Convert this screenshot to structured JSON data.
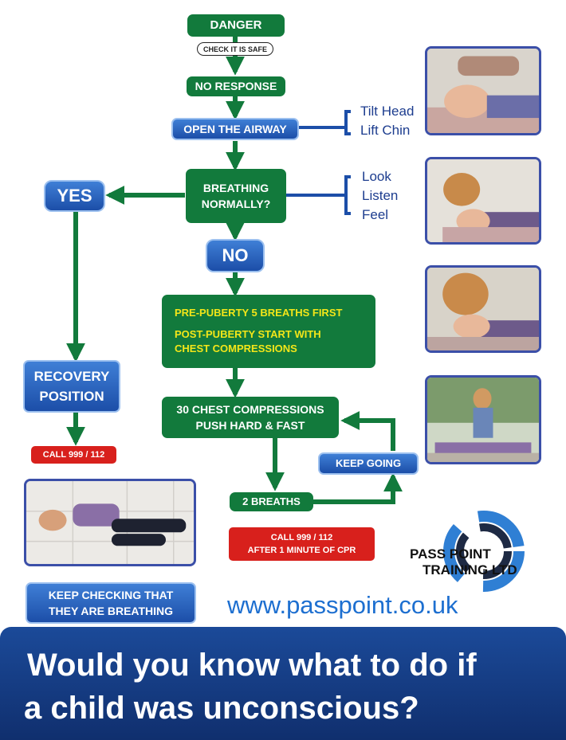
{
  "flow": {
    "danger": "DANGER",
    "check_safe": "CHECK IT IS SAFE",
    "no_response": "NO RESPONSE",
    "open_airway": "OPEN THE AIRWAY",
    "breathing_line1": "BREATHING",
    "breathing_line2": "NORMALLY?",
    "yes": "YES",
    "no": "NO",
    "pre_puberty": "PRE-PUBERTY 5 BREATHS FIRST",
    "post_puberty_line1": "POST-PUBERTY START WITH",
    "post_puberty_line2": "CHEST COMPRESSIONS",
    "compressions_line1": "30 CHEST COMPRESSIONS",
    "compressions_line2": "PUSH HARD & FAST",
    "two_breaths": "2 BREATHS",
    "keep_going": "KEEP GOING",
    "recovery_line1": "RECOVERY",
    "recovery_line2": "POSITION",
    "call_left": "CALL 999 / 112",
    "call_cpr_line1": "CALL 999 / 112",
    "call_cpr_line2": "AFTER 1 MINUTE OF CPR",
    "keep_checking_line1": "KEEP CHECKING THAT",
    "keep_checking_line2": "THEY ARE BREATHING"
  },
  "airway_steps": [
    "Tilt Head",
    "Lift Chin"
  ],
  "breathing_checks": [
    "Look",
    "Listen",
    "Feel"
  ],
  "brand": {
    "line1": "PASS POINT",
    "line2": "TRAINING LTD",
    "website": "www.passpoint.co.uk"
  },
  "banner": {
    "line1": "Would you know what to do if",
    "line2": "a child was unconscious?"
  },
  "colors": {
    "green": "#127a3c",
    "blue": "#1c4ea8",
    "red": "#d8201c",
    "yellow": "#f3e619",
    "navy": "#102f6e"
  }
}
